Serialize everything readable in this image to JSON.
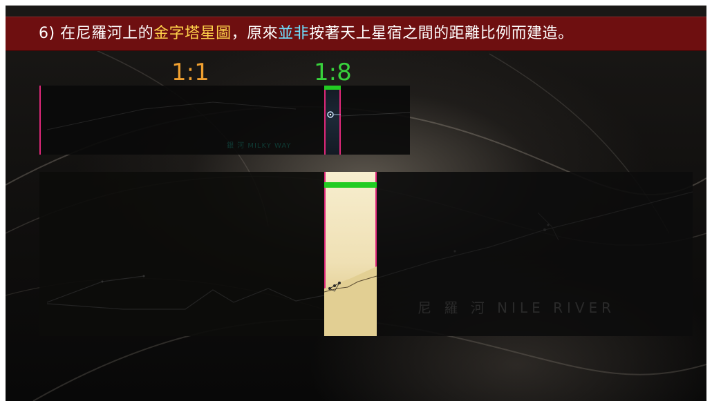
{
  "title": {
    "number": "6)",
    "text_before": "在尼羅河上的",
    "text_gold": "金字塔星圖",
    "text_middle": "，原來",
    "text_cyan1": "並",
    "text_cyan2": "非",
    "text_after": "按著天上星宿之間的距離比例而建造。"
  },
  "ratios": {
    "left": "1:1",
    "right": "1:8"
  },
  "map": {
    "nile_label": "尼 羅 河  NILE RIVER",
    "faint_caption": "銀 河  MILKY WAY"
  },
  "colors": {
    "title_bar": "#6e0f10",
    "gold": "#ffd24a",
    "cyan": "#6fe0ff",
    "ratio_left": "#f0a030",
    "ratio_right": "#38d23c",
    "edge_pink": "#e0287a",
    "bar_green": "#22cc22"
  }
}
